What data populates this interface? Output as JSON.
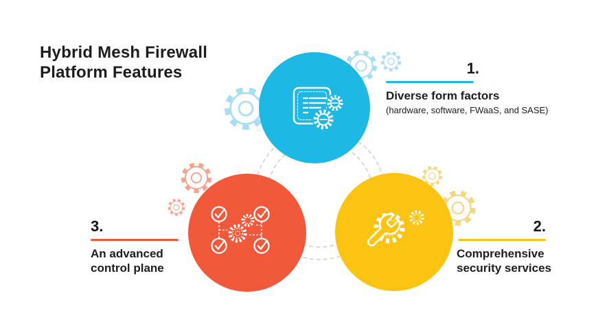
{
  "title": "Hybrid Mesh Firewall Platform Features",
  "features": [
    {
      "number": "1.",
      "title": "Diverse form factors",
      "subtitle": "(hardware, software, FWaaS, and SASE)",
      "accent": "#1db8e4",
      "icon": "policy-document-gears"
    },
    {
      "number": "2.",
      "title": "Comprehensive security services",
      "subtitle": "",
      "accent": "#fbc412",
      "icon": "wrench-gear"
    },
    {
      "number": "3.",
      "title": "An advanced control plane",
      "subtitle": "",
      "accent": "#f2583a",
      "icon": "checklist-gears"
    }
  ],
  "colors": {
    "background": "#ffffff",
    "text": "#1d1d1d",
    "cyan": "#1db8e4",
    "orange": "#f2583a",
    "yellow": "#fbc412",
    "light_cyan": "#a9def0",
    "light_orange": "#f7a28d",
    "light_yellow": "#f5d87d",
    "dashed_gray": "#d9d9d9",
    "icon_stroke": "#ffffff"
  }
}
